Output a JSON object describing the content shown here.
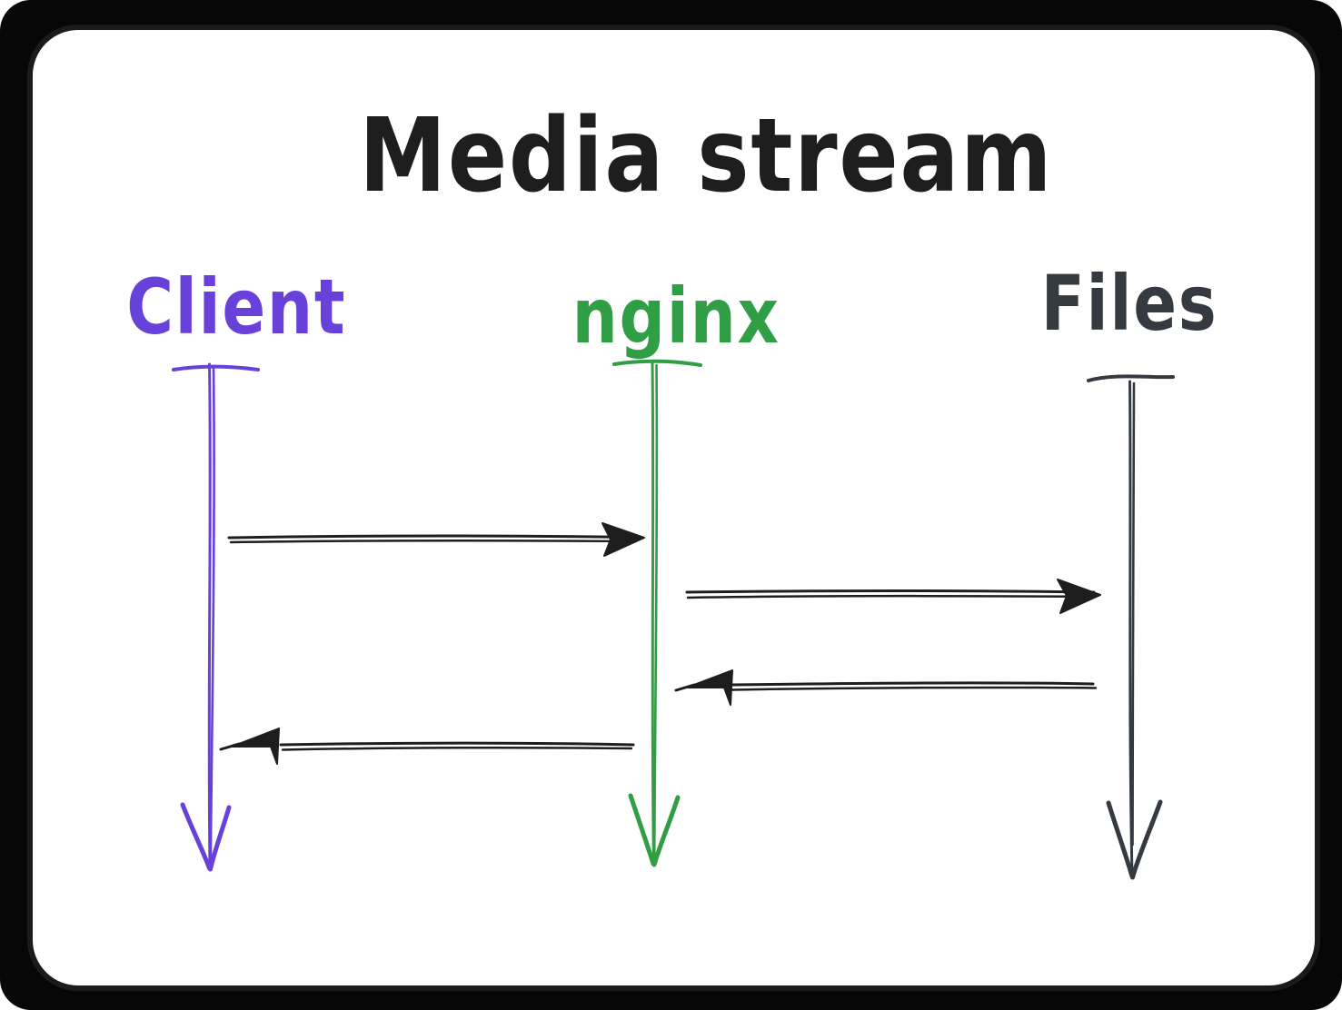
{
  "canvas": {
    "frame_background": "#070707",
    "board_background": "#ffffff",
    "stroke_color": "#1e1e1e"
  },
  "diagram": {
    "type": "sequence-diagram",
    "title": "Media stream",
    "title_color": "#1e1e1e",
    "actors": [
      {
        "name": "Client",
        "color": "#6741d9",
        "lifeline_end": "open-arrow-down"
      },
      {
        "name": "nginx",
        "color": "#2f9e44",
        "lifeline_end": "open-arrow-down"
      },
      {
        "name": "Files",
        "color": "#343a40",
        "lifeline_end": "open-arrow-down"
      }
    ],
    "messages": [
      {
        "order": 1,
        "from": "Client",
        "to": "nginx",
        "direction": "right",
        "style": "solid-filled-head"
      },
      {
        "order": 2,
        "from": "nginx",
        "to": "Files",
        "direction": "right",
        "style": "solid-filled-head"
      },
      {
        "order": 3,
        "from": "Files",
        "to": "nginx",
        "direction": "left",
        "style": "solid-filled-head"
      },
      {
        "order": 4,
        "from": "nginx",
        "to": "Client",
        "direction": "left",
        "style": "solid-filled-head"
      }
    ],
    "arrow_color": "#1e1e1e"
  }
}
